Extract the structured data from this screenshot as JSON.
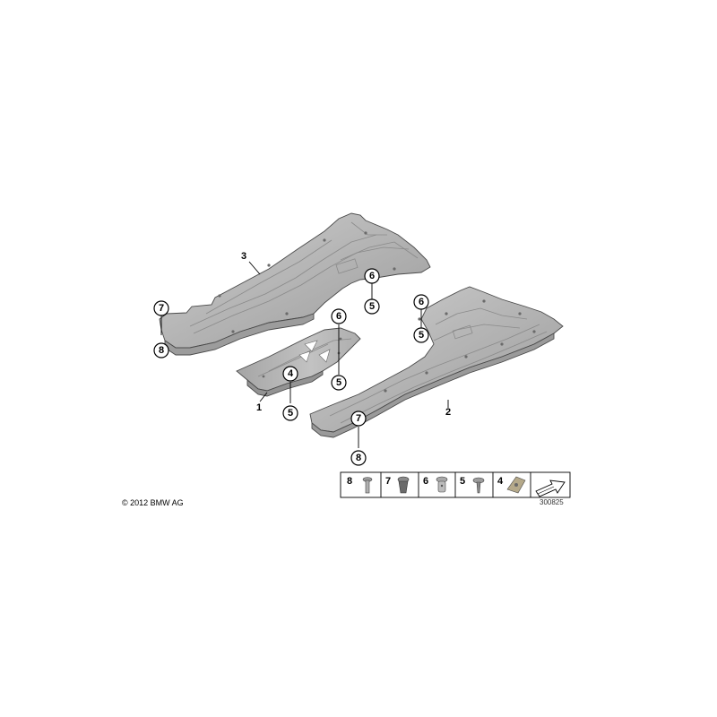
{
  "labels": {
    "part1": "1",
    "part2": "2",
    "part3": "3",
    "callout_4": "4",
    "callout_5": "5",
    "callout_6": "6",
    "callout_7": "7",
    "callout_8": "8"
  },
  "legend": {
    "items": [
      "8",
      "7",
      "6",
      "5",
      "4"
    ]
  },
  "footer": {
    "copyright": "© 2012 BMW AG",
    "reference": "300825"
  },
  "colors": {
    "panel_fill": "#b9b9b9",
    "panel_dark": "#8f8f8f",
    "panel_light": "#d8d8d8",
    "line": "#000000"
  }
}
